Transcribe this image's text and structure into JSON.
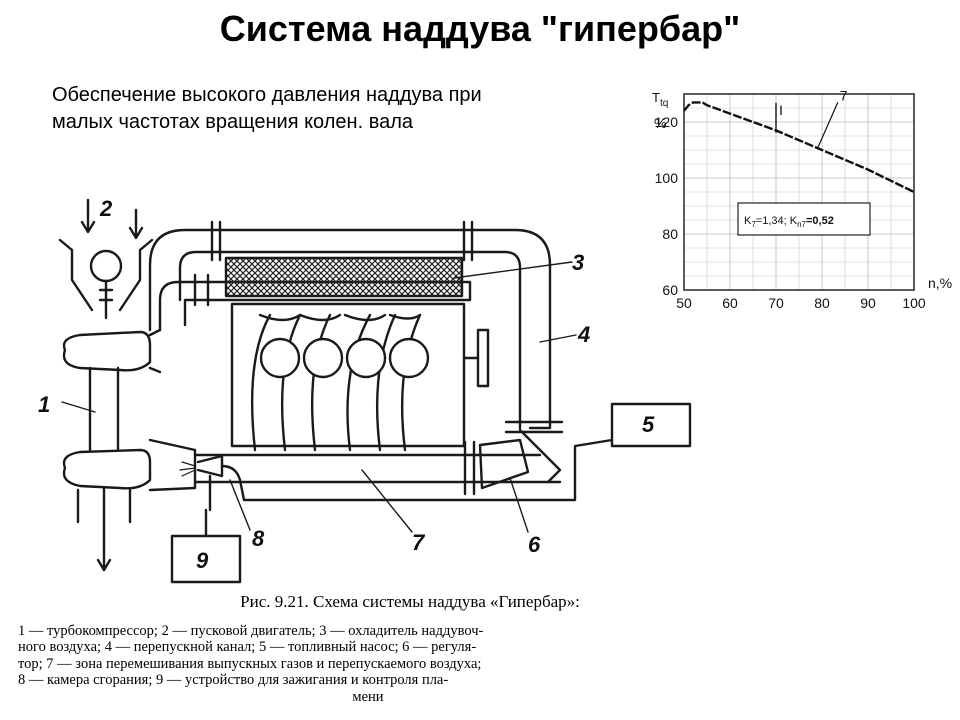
{
  "title": "Система наддува \"гипербар\"",
  "subtitle": {
    "line1": "Обеспечение высокого давления наддува при",
    "line2": "малых частотах вращения колен. вала"
  },
  "diagram": {
    "labels": {
      "l1": "1",
      "l2": "2",
      "l3": "3",
      "l4": "4",
      "l5": "5",
      "l6": "6",
      "l7": "7",
      "l8": "8",
      "l9": "9"
    }
  },
  "caption": "Рис. 9.21. Схема системы наддува «Гипербар»:",
  "legend": {
    "line1": "1 — турбокомпрессор; 2 — пусковой двигатель; 3 — охладитель наддувоч-",
    "line2": "ного воздуха; 4 — перепускной канал; 5 — топливный насос; 6 — регуля-",
    "line3": "тор; 7 — зона перемешивания выпускных газов и перепускаемого воздуха;",
    "line4": "8 — камера сгорания; 9 — устройство для зажигания и контроля пла-",
    "line5": "мени"
  },
  "chart_data": {
    "type": "line",
    "ylabel_main": "T",
    "ylabel_sub": "tq",
    "ylabel_unit": "%",
    "xlabel": "n,%",
    "x_ticks": [
      "50",
      "60",
      "70",
      "80",
      "90",
      "100"
    ],
    "y_ticks": [
      "60",
      "80",
      "100",
      "120"
    ],
    "xlim": [
      50,
      100
    ],
    "ylim": [
      60,
      130
    ],
    "grid": true,
    "annotation_curve": "7",
    "annotation_marker": "I",
    "box_text": {
      "k1": "K",
      "k1_sub": "7",
      "k1_val": "=1,34; ",
      "k2": "K",
      "k2_sub": "n7",
      "k2_val": "=0,52"
    },
    "series": [
      {
        "x": [
          50,
          51,
          52,
          53,
          54,
          55,
          60,
          70,
          80,
          90,
          100
        ],
        "y": [
          124,
          126,
          127,
          127,
          127,
          126,
          123,
          117,
          110,
          103,
          95
        ]
      }
    ]
  }
}
